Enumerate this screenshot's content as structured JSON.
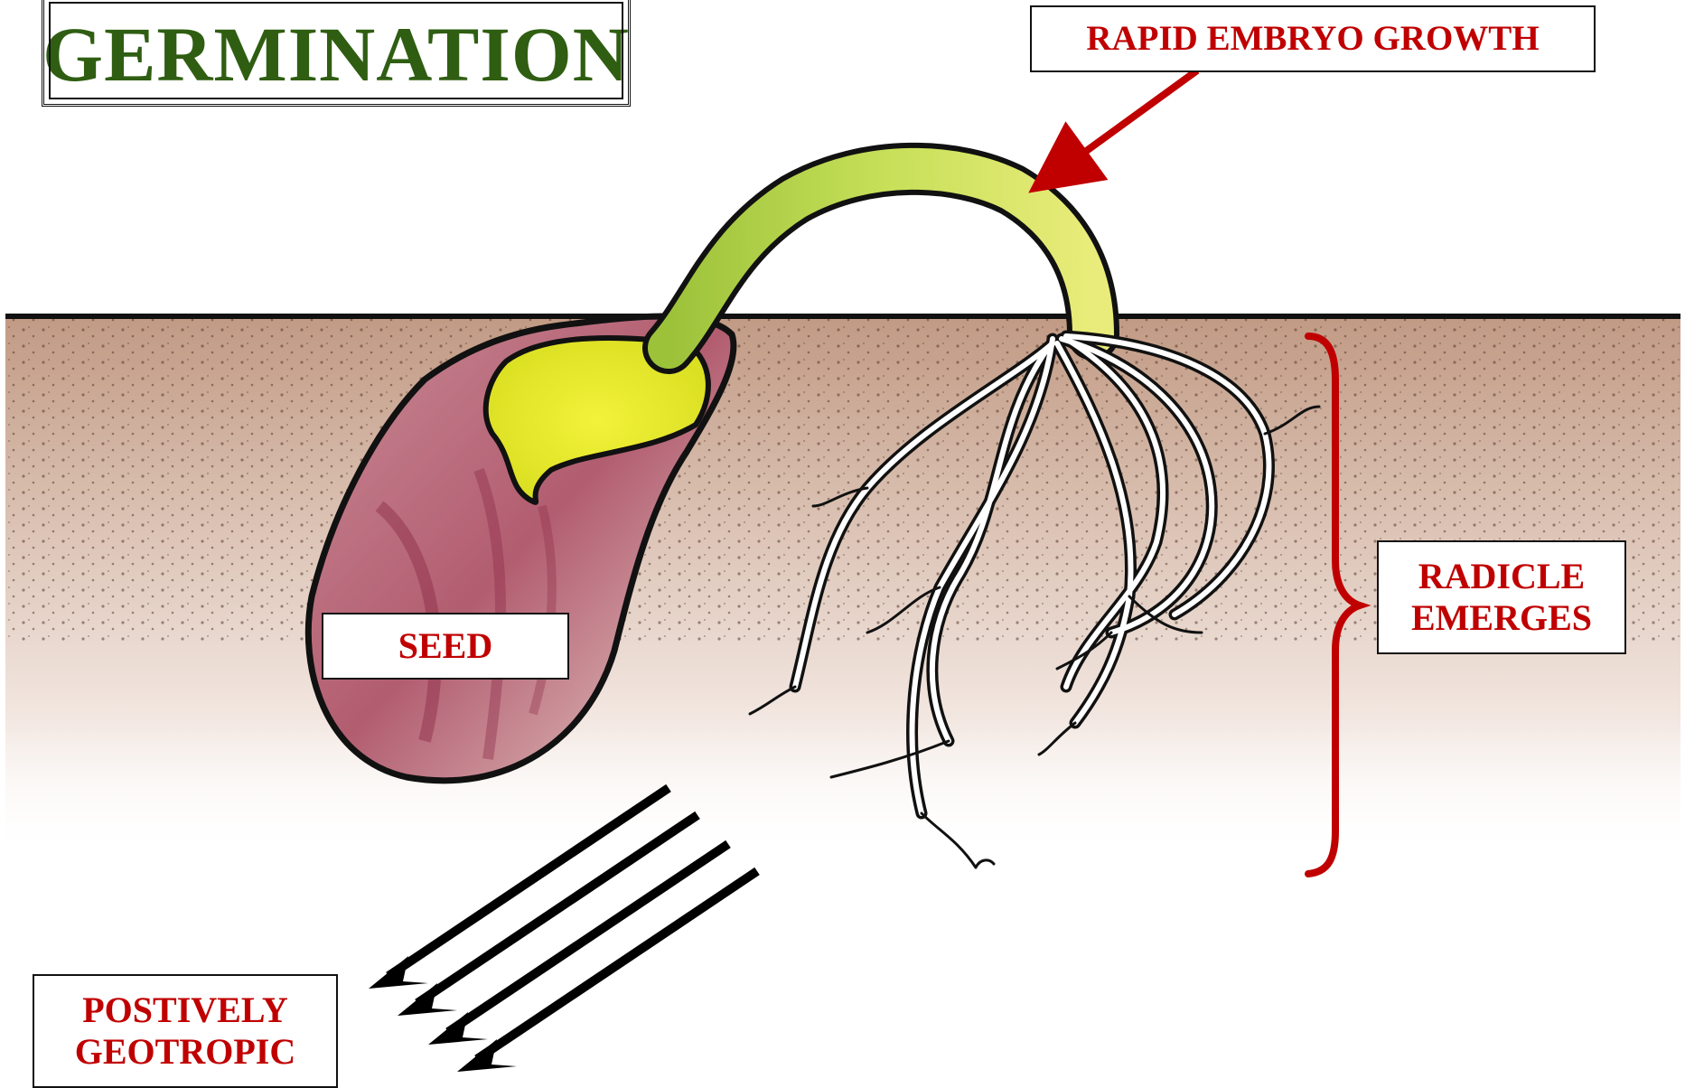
{
  "title": "GERMINATION",
  "labels": {
    "growth": "RAPID EMBRYO GROWTH",
    "seed": "SEED",
    "radicle_line1": "RADICLE",
    "radicle_line2": "EMERGES",
    "geo_line1": "POSTIVELY",
    "geo_line2": "GEOTROPIC"
  },
  "colors": {
    "title": "#2f5e12",
    "label_text": "#c00000",
    "arrow_red": "#c00000",
    "soil": "#c8a28a",
    "seed_coat": "#b45a6e",
    "shoot": "#b8d94a",
    "cotyledon": "#e6e62a"
  }
}
